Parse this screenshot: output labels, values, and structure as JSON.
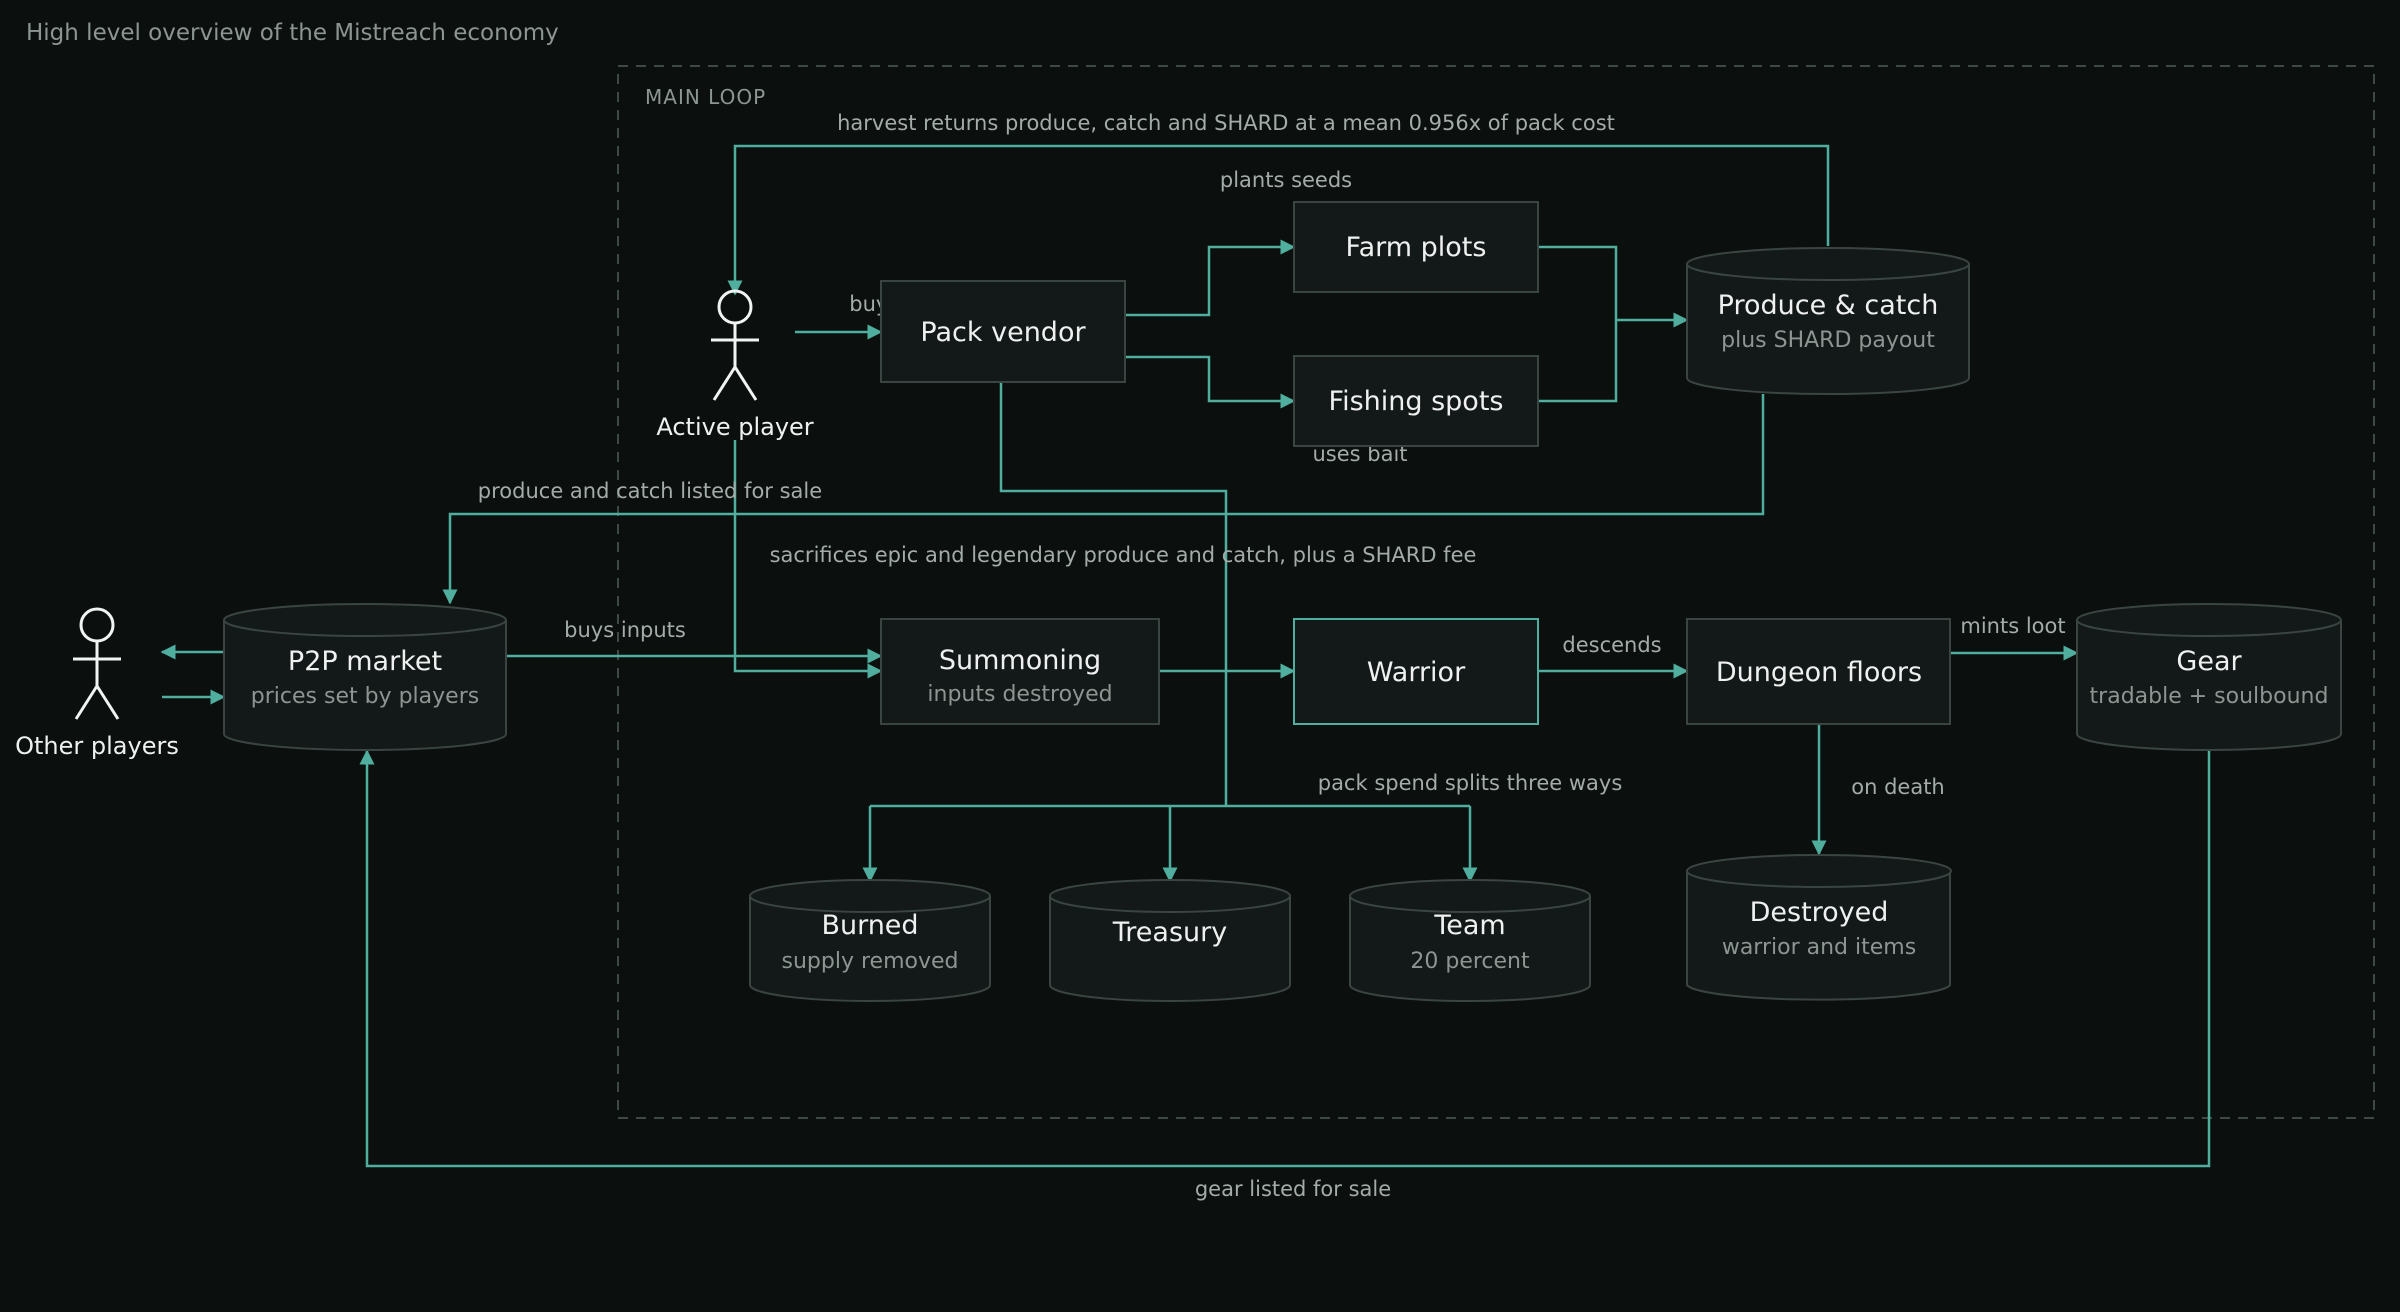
{
  "title": "High level overview of the Mistreach economy",
  "region_label": "MAIN LOOP",
  "actors": {
    "active_player": "Active player",
    "other_players": "Other players"
  },
  "nodes": {
    "pack_vendor": "Pack vendor",
    "farm_plots": "Farm plots",
    "fishing_spots": "Fishing spots",
    "produce": {
      "label": "Produce & catch",
      "sub": "plus SHARD payout"
    },
    "p2p_market": {
      "label": "P2P market",
      "sub": "prices set by players"
    },
    "summoning": {
      "label": "Summoning",
      "sub": "inputs destroyed"
    },
    "warrior": "Warrior",
    "dungeon_floors": "Dungeon floors",
    "gear": {
      "label": "Gear",
      "sub": "tradable + soulbound"
    },
    "burned": {
      "label": "Burned",
      "sub": "supply removed"
    },
    "treasury": {
      "label": "Treasury"
    },
    "team": {
      "label": "Team",
      "sub": "20 percent"
    },
    "destroyed": {
      "label": "Destroyed",
      "sub": "warrior and items"
    }
  },
  "edges": {
    "harvest": "harvest returns produce, catch and SHARD at a mean 0.956x of pack cost",
    "plants_seeds": "plants seeds",
    "buys_packs": "buys packs",
    "uses_bait": "uses bait",
    "listed_for_sale": "produce and catch listed for sale",
    "sacrifices": "sacrifices epic and legendary produce and catch, plus a SHARD fee",
    "buys_inputs": "buys inputs",
    "descends": "descends",
    "mints_loot": "mints loot",
    "on_death": "on death",
    "pack_split": "pack spend splits three ways",
    "gear_listed": "gear listed for sale"
  },
  "colors": {
    "background": "#0b0f0e",
    "accent": "#4fae9d",
    "node_fill": "#131918",
    "node_stroke": "#3a4542"
  }
}
